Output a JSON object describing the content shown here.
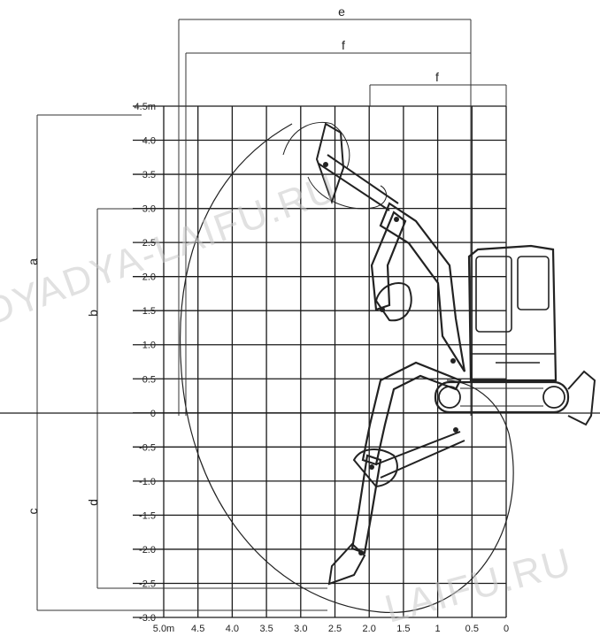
{
  "diagram": {
    "y_ticks": [
      "4.5m",
      "4.0",
      "3.5",
      "3.0",
      "2.5",
      "2.0",
      "1.5",
      "1.0",
      "0.5",
      "0",
      "-0.5",
      "-1.0",
      "-1.5",
      "-2.0",
      "-2.5",
      "-3.0"
    ],
    "x_ticks": [
      "5.0m",
      "4.5",
      "4.0",
      "3.5",
      "3.0",
      "2.5",
      "2.0",
      "1.5",
      "1",
      "0.5",
      "0"
    ],
    "dimensions": {
      "e": "e",
      "f_long": "f",
      "f_short": "f",
      "a": "a",
      "b": "b",
      "c": "c",
      "d": "d"
    },
    "watermark": {
      "primary": "DYADYA-LAIFU.RU",
      "secondary": "LAIFU.RU"
    },
    "colors": {
      "ink": "#222222",
      "grid": "#1a1a1a",
      "watermark": "#c9c9c9",
      "background": "#ffffff"
    }
  }
}
